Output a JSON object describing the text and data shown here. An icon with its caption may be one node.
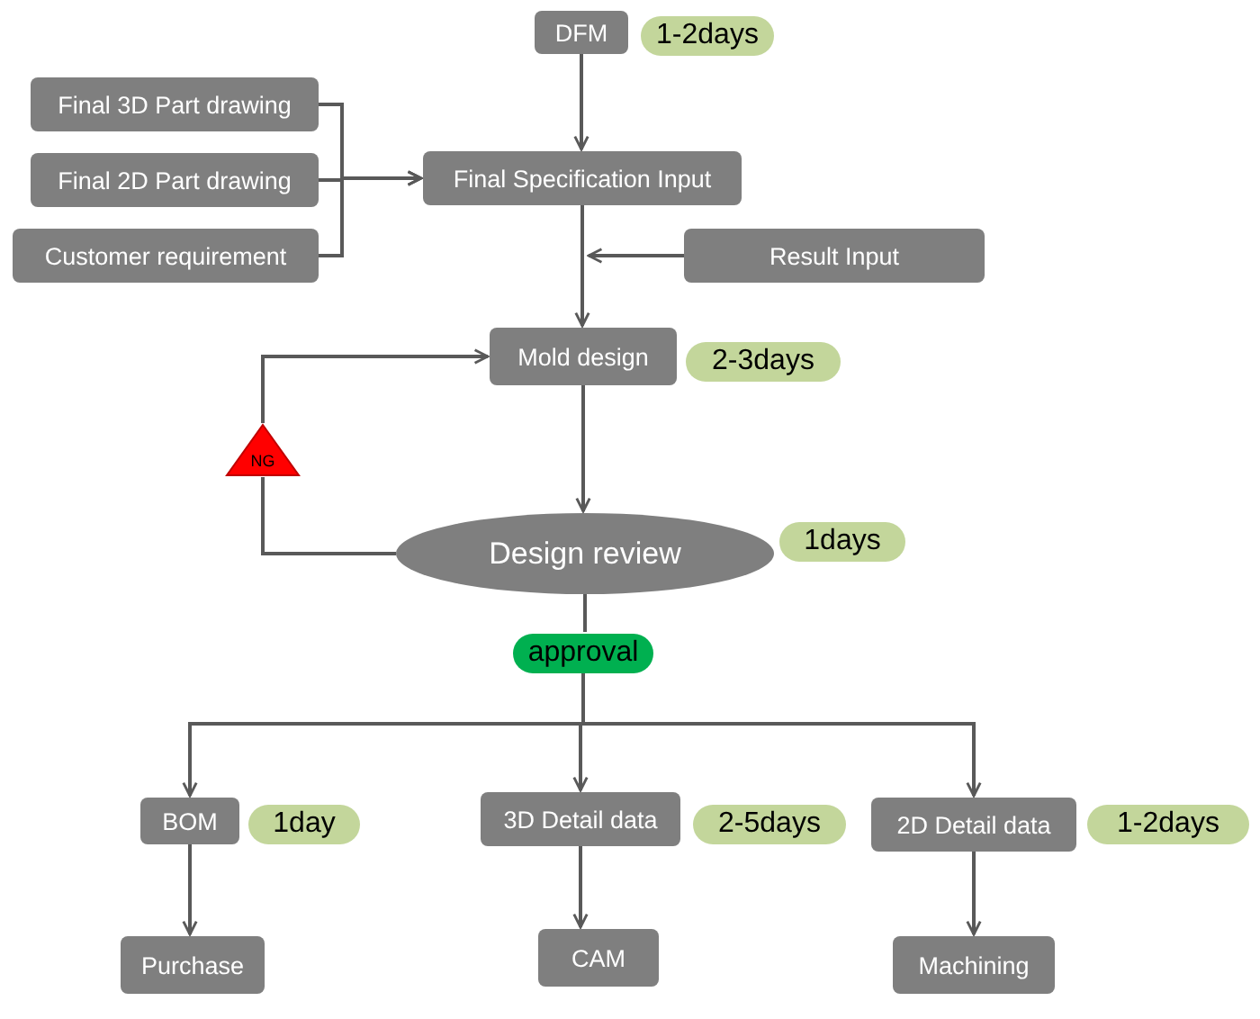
{
  "diagram": {
    "nodes": [
      {
        "text": [
          "DFM"
        ],
        "beside": [
          "1-2days"
        ]
      },
      {
        "text": [
          "Final 3D Part drawing"
        ]
      },
      {
        "text": [
          "Final 2D Part drawing"
        ]
      },
      {
        "text": [
          "Customer requirement"
        ]
      },
      {
        "text": [
          "Final Specification Input"
        ]
      },
      {
        "text": [
          "Result Input"
        ]
      },
      {
        "text": [
          "Mold design"
        ],
        "beside": [
          "2-3days"
        ]
      },
      {
        "text": [
          "Design review"
        ],
        "beside": [
          "1days"
        ]
      },
      {
        "text": [
          "approval"
        ]
      },
      {
        "text": [
          "NG"
        ]
      },
      {
        "text": [
          "BOM"
        ],
        "beside": [
          "1day"
        ]
      },
      {
        "text": [
          "3D Detail data"
        ],
        "beside": [
          "2-5days"
        ]
      },
      {
        "text": [
          "2D Detail data"
        ],
        "beside": [
          "1-2days"
        ]
      },
      {
        "text": [
          "Purchase"
        ]
      },
      {
        "text": [
          "CAM"
        ]
      },
      {
        "text": [
          "Machining"
        ]
      }
    ],
    "edges": [
      {
        "from": 0,
        "to": 4,
        "arrow": "to"
      },
      {
        "from": 1,
        "to": 4,
        "arrow": "to"
      },
      {
        "from": 2,
        "to": 4,
        "arrow": "to"
      },
      {
        "from": 3,
        "to": 4,
        "arrow": "to"
      },
      {
        "from": 5,
        "to": 4,
        "arrow": "to"
      },
      {
        "from": 4,
        "to": 6,
        "arrow": "to"
      },
      {
        "from": 6,
        "to": 7,
        "arrow": "to"
      },
      {
        "from": 7,
        "to": 8,
        "arrow": "none"
      },
      {
        "from": 7,
        "to": 9,
        "arrow": "none"
      },
      {
        "from": 9,
        "to": 6,
        "arrow": "to"
      },
      {
        "from": 8,
        "to": 10,
        "arrow": "to"
      },
      {
        "from": 8,
        "to": 11,
        "arrow": "to"
      },
      {
        "from": 8,
        "to": 12,
        "arrow": "to"
      },
      {
        "from": 10,
        "to": 13,
        "arrow": "to"
      },
      {
        "from": 11,
        "to": 14,
        "arrow": "to"
      },
      {
        "from": 12,
        "to": 15,
        "arrow": "to"
      }
    ]
  }
}
